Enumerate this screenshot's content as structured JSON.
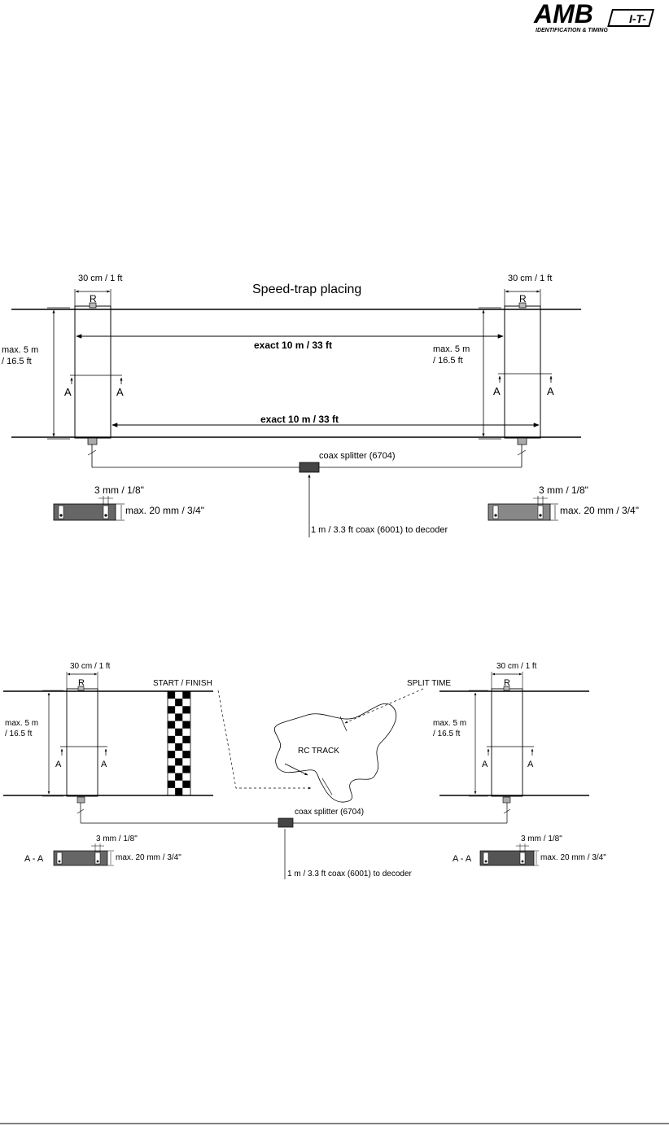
{
  "logo": {
    "brand": "AMB",
    "suffix": "I-T-",
    "tagline": "IDENTIFICATION & TIMING"
  },
  "diagram1": {
    "title": "Speed-trap placing",
    "loop_width_left": "30 cm / 1 ft",
    "loop_width_right": "30 cm / 1 ft",
    "r_left": "R",
    "r_right": "R",
    "max_left_1": "max. 5 m",
    "max_left_2": "/ 16.5 ft",
    "max_right_1": "max. 5 m",
    "max_right_2": "/ 16.5 ft",
    "exact_top": "exact 10 m / 33 ft",
    "exact_bottom": "exact 10 m / 33 ft",
    "a1": "A",
    "a2": "A",
    "a3": "A",
    "a4": "A",
    "splitter": "coax splitter (6704)",
    "coax": "1 m / 3.3 ft coax (6001) to decoder",
    "gap_left": "3 mm / 1/8\"",
    "gap_right": "3 mm / 1/8\"",
    "depth_left": "max. 20 mm / 3/4\"",
    "depth_right": "max. 20 mm / 3/4\""
  },
  "diagram2": {
    "loop_width_left": "30 cm / 1 ft",
    "loop_width_right": "30 cm / 1 ft",
    "r_left": "R",
    "r_right": "R",
    "start_finish": "START / FINISH",
    "split_time": "SPLIT TIME",
    "rc_track": "RC TRACK",
    "max_left_1": "max. 5 m",
    "max_left_2": "/ 16.5 ft",
    "max_right_1": "max. 5 m",
    "max_right_2": "/ 16.5 ft",
    "a1": "A",
    "a2": "A",
    "a3": "A",
    "a4": "A",
    "splitter": "coax splitter (6704)",
    "coax": "1 m / 3.3 ft coax (6001) to decoder",
    "gap_left": "3 mm / 1/8\"",
    "gap_right": "3 mm / 1/8\"",
    "depth_left": "max. 20 mm / 3/4\"",
    "depth_right": "max. 20 mm / 3/4\"",
    "section_left": "A - A",
    "section_right": "A - A"
  }
}
